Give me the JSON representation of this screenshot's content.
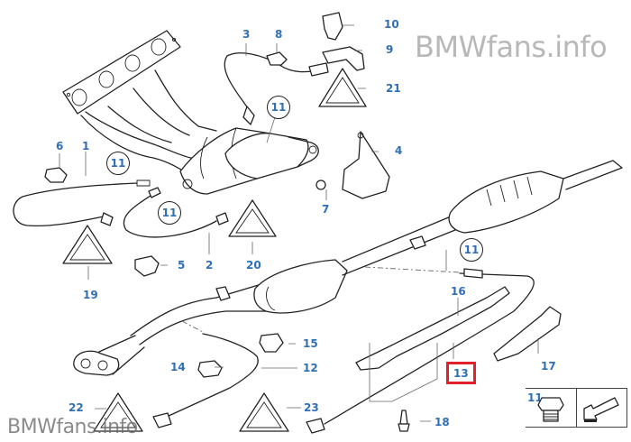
{
  "diagram": {
    "title": "Exhaust system oxygen sensors",
    "accent_color": "#2f6fb6",
    "highlight_color": "#e0202a",
    "callouts": [
      {
        "id": "c1",
        "label": "1"
      },
      {
        "id": "c2",
        "label": "2"
      },
      {
        "id": "c3",
        "label": "3"
      },
      {
        "id": "c4",
        "label": "4"
      },
      {
        "id": "c5",
        "label": "5"
      },
      {
        "id": "c6",
        "label": "6"
      },
      {
        "id": "c7",
        "label": "7"
      },
      {
        "id": "c8",
        "label": "8"
      },
      {
        "id": "c9",
        "label": "9"
      },
      {
        "id": "c10",
        "label": "10"
      },
      {
        "id": "c12",
        "label": "12"
      },
      {
        "id": "c13",
        "label": "13",
        "highlighted": true
      },
      {
        "id": "c14",
        "label": "14"
      },
      {
        "id": "c15",
        "label": "15"
      },
      {
        "id": "c16",
        "label": "16"
      },
      {
        "id": "c17",
        "label": "17"
      },
      {
        "id": "c18",
        "label": "18"
      },
      {
        "id": "c19",
        "label": "19"
      },
      {
        "id": "c20",
        "label": "20"
      },
      {
        "id": "c21",
        "label": "21"
      },
      {
        "id": "c22",
        "label": "22"
      },
      {
        "id": "c23",
        "label": "23"
      }
    ],
    "circled_callouts": [
      {
        "id": "r1",
        "label": "11"
      },
      {
        "id": "r2",
        "label": "11"
      },
      {
        "id": "r3",
        "label": "11"
      },
      {
        "id": "r4",
        "label": "11"
      }
    ],
    "legend": {
      "label": "11",
      "icons": [
        "plug-bolt-icon",
        "arrow-left-down-icon"
      ]
    }
  },
  "watermark": {
    "top": "BMWfans.info",
    "bottom": "BMWfans.info"
  }
}
